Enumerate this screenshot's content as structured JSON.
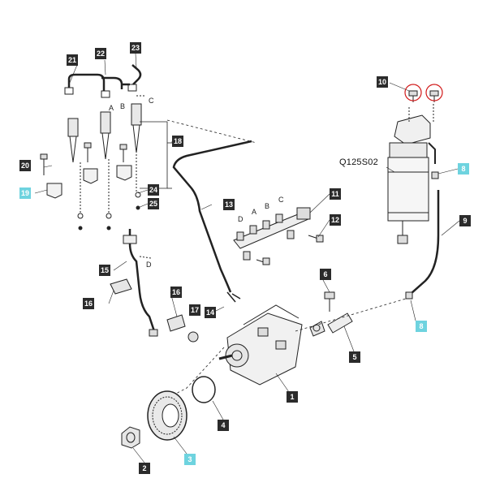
{
  "part_code": "Q125S02",
  "callouts": {
    "c1": "1",
    "c2": "2",
    "c3": "3",
    "c4": "4",
    "c5": "5",
    "c6": "6",
    "c8a": "8",
    "c8b": "8",
    "c9": "9",
    "c10": "10",
    "c11": "11",
    "c12": "12",
    "c13": "13",
    "c14": "14",
    "c15": "15",
    "c16a": "16",
    "c16b": "16",
    "c17": "17",
    "c18": "18",
    "c19": "19",
    "c20": "20",
    "c21": "21",
    "c22": "22",
    "c23": "23",
    "c24": "24",
    "c25": "25"
  },
  "letters": {
    "injA": "A",
    "injB": "B",
    "injC": "C",
    "railD": "D",
    "railA": "A",
    "railB": "B",
    "railC": "C",
    "pipeD": "D"
  },
  "colors": {
    "highlight_callout": "#6ed3df",
    "callout": "#2b2b2b",
    "circle_mark": "#d11a1a"
  }
}
